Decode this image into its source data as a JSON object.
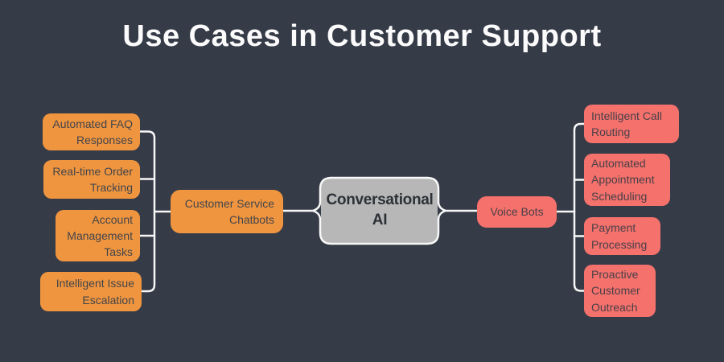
{
  "title": "Use Cases in Customer Support",
  "diagram": {
    "center": {
      "label": "Conversational AI"
    },
    "left_branch": {
      "label": "Customer Service Chatbots",
      "children": [
        "Automated FAQ Responses",
        "Real-time Order Tracking",
        "Account Management Tasks",
        "Intelligent Issue Escalation"
      ]
    },
    "right_branch": {
      "label": "Voice Bots",
      "children": [
        "Intelligent Call Routing",
        "Automated Appointment Scheduling",
        "Payment Processing",
        "Proactive Customer Outreach"
      ]
    }
  },
  "colors": {
    "background": "#353B47",
    "left_branch_node": "#F0953F",
    "right_branch_node": "#F4716C",
    "center_node_fill": "#B7B7B8",
    "connector": "#F7F7F7",
    "title_text": "#FBFBFC"
  }
}
